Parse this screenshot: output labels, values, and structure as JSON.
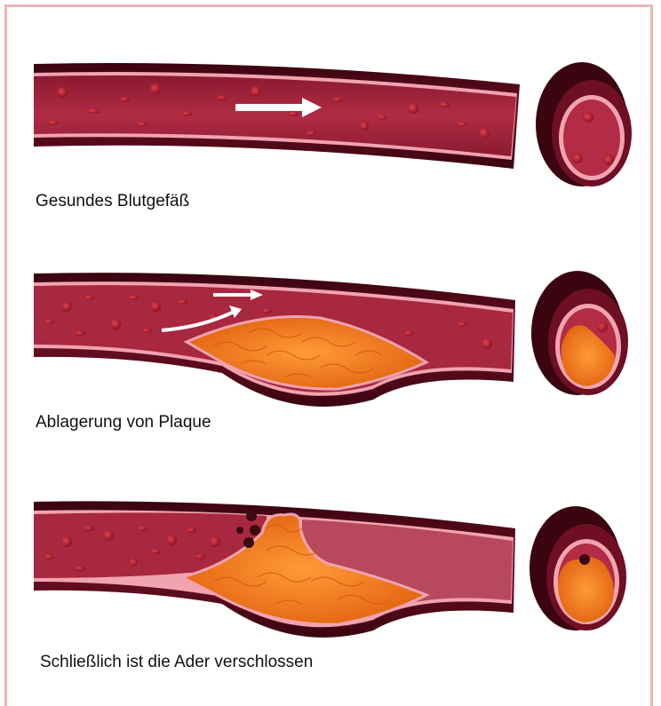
{
  "colors": {
    "border": "#e8b9b3",
    "vessel_wall": "#5a0a1a",
    "vessel_inner": "#a02338",
    "intima": "#f1a3b0",
    "blood_cell": "#c82a3a",
    "plaque": "#f07a20",
    "plaque_dark": "#c84a08",
    "flow_arrow": "#ffffff"
  },
  "panels": [
    {
      "caption": "Gesundes Blutgefäß",
      "stage": "healthy"
    },
    {
      "caption": "Ablagerung von Plaque",
      "stage": "plaque"
    },
    {
      "caption": "Schließlich ist die Ader verschlossen",
      "stage": "occluded"
    }
  ]
}
